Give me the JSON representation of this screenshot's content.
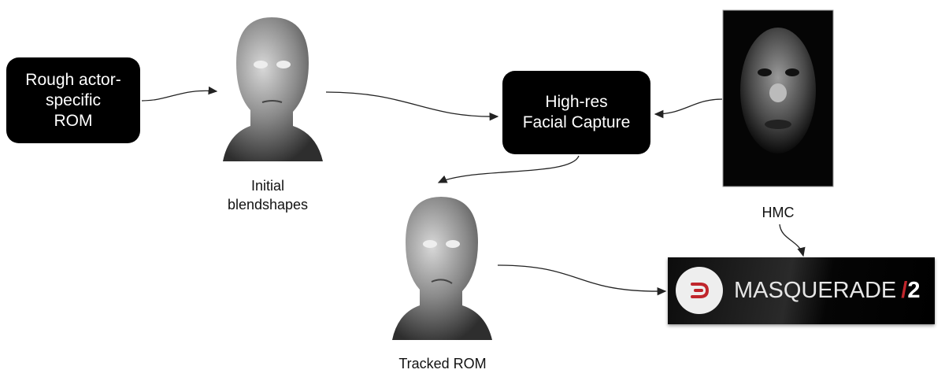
{
  "nodes": {
    "rom_box": {
      "line1": "Rough actor-",
      "line2": "specific",
      "line3": "ROM"
    },
    "capture_box": {
      "line1": "High-res",
      "line2": "Facial Capture"
    },
    "initial_label": {
      "line1": "Initial",
      "line2": "blendshapes"
    },
    "hmc_label": "HMC",
    "tracked_label": "Tracked ROM"
  },
  "logo": {
    "text": "MASQUERADE",
    "slash": "/",
    "version": "2",
    "accent": "#c0262c"
  },
  "colors": {
    "box": "#000000",
    "arrow": "#222222"
  }
}
